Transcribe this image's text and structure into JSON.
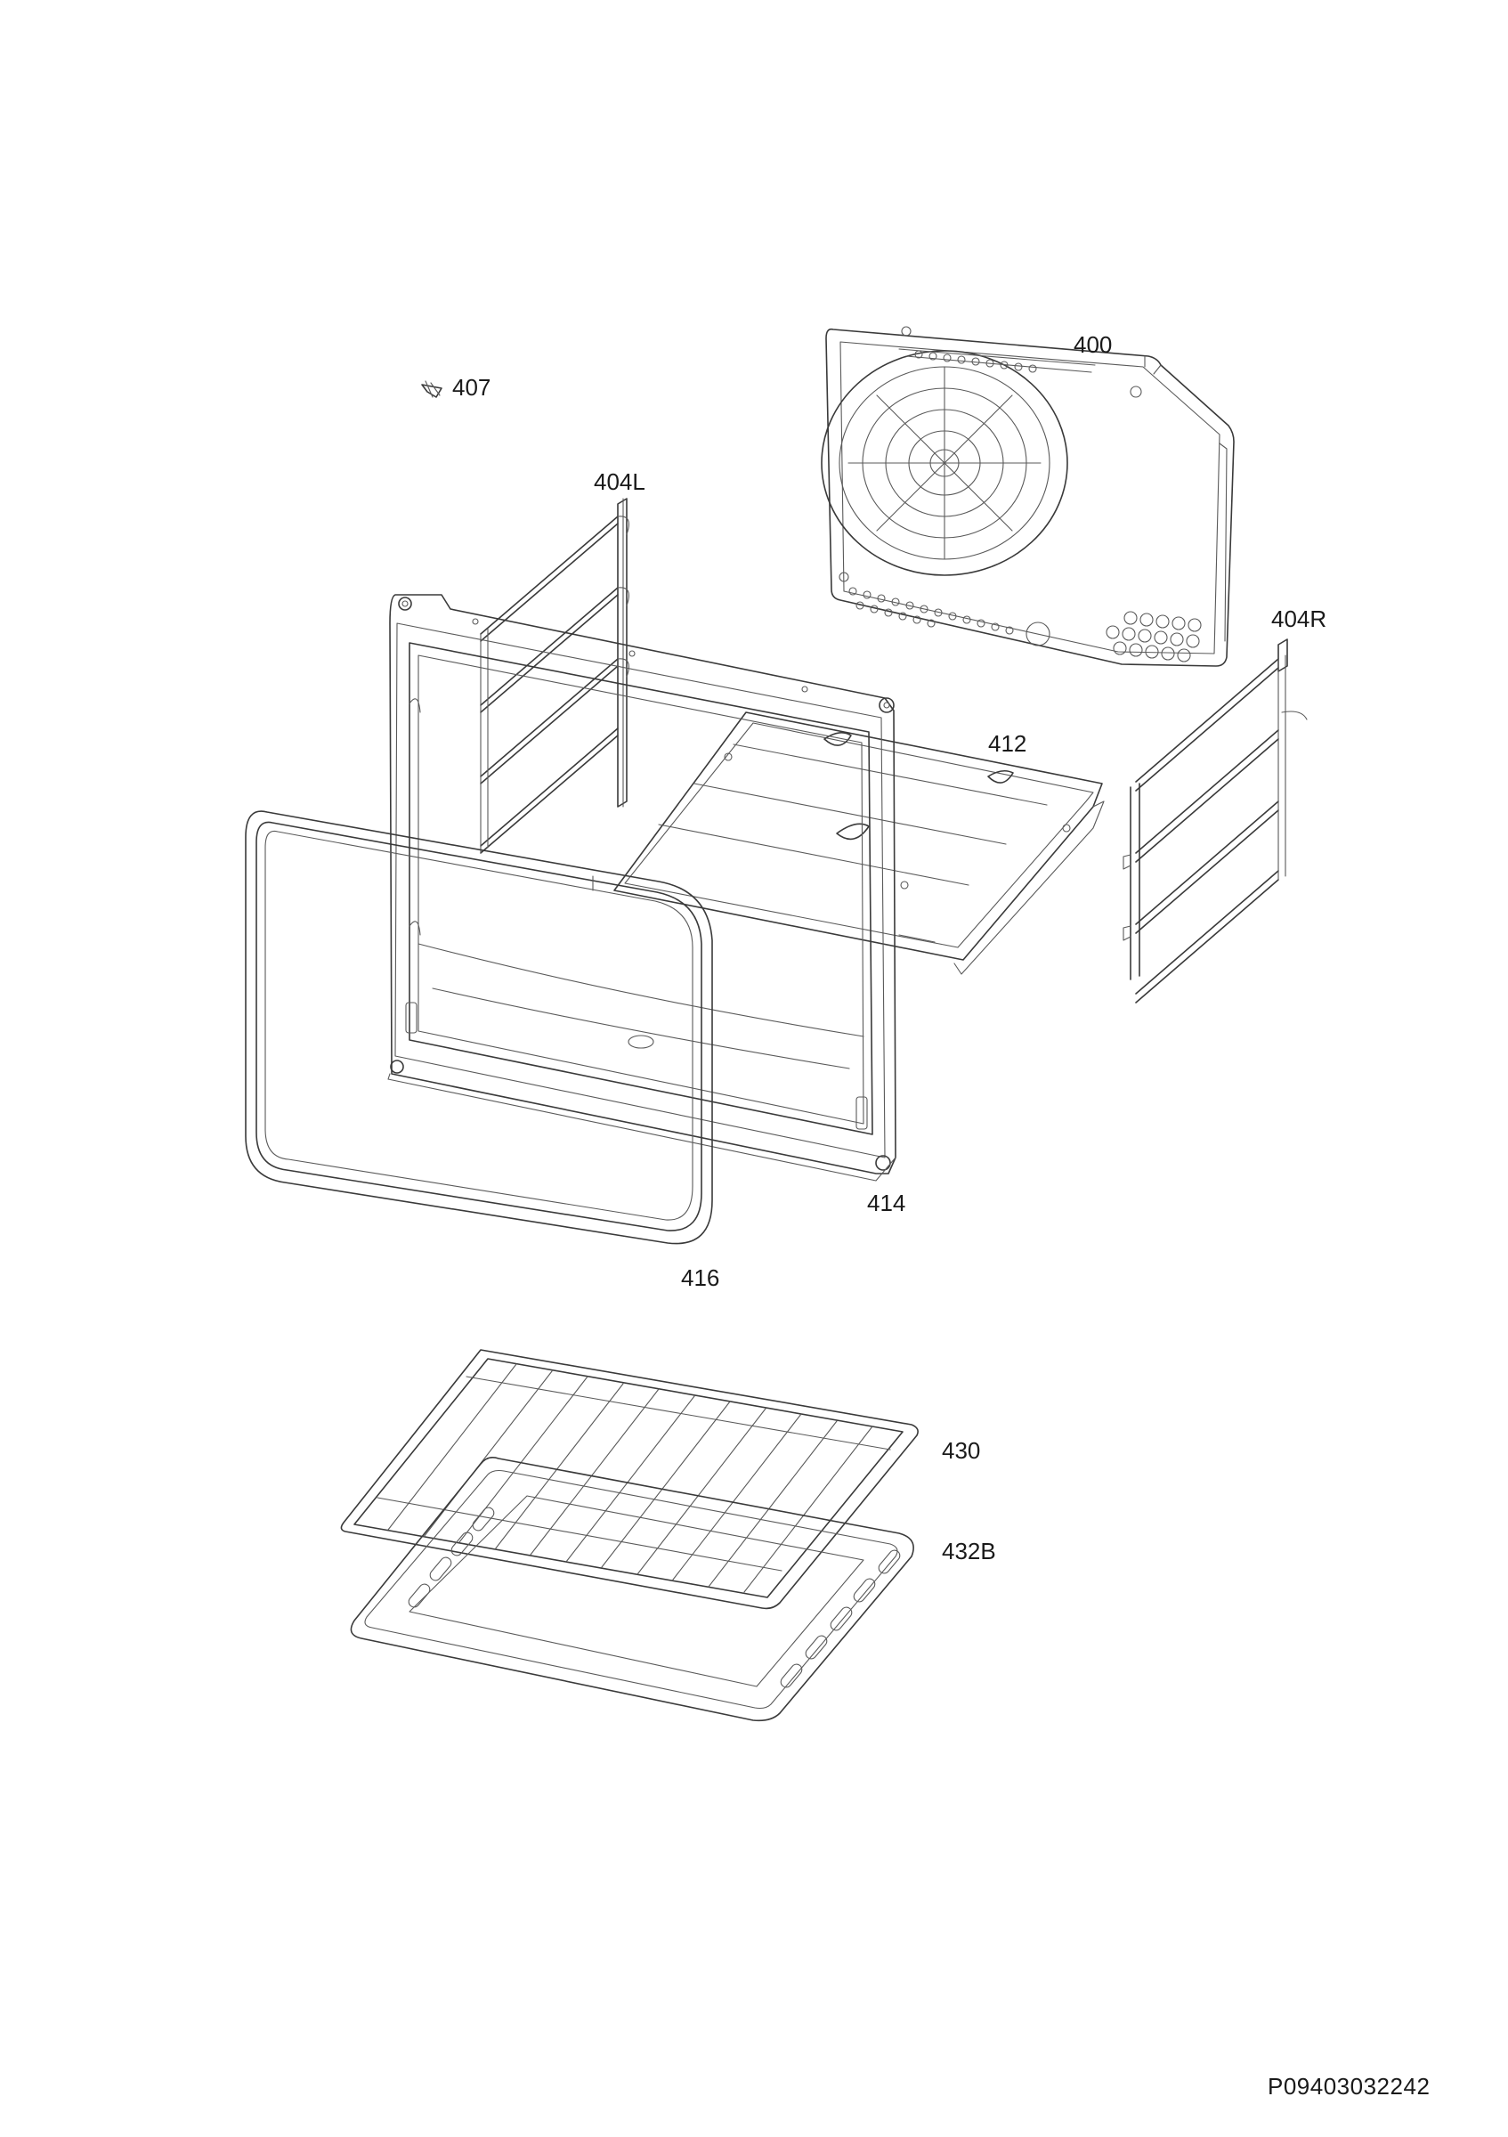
{
  "parts": {
    "p400": "400",
    "p407": "407",
    "p404L": "404L",
    "p404R": "404R",
    "p412": "412",
    "p414": "414",
    "p416": "416",
    "p430": "430",
    "p432B": "432B"
  },
  "document_code": "P09403032242"
}
